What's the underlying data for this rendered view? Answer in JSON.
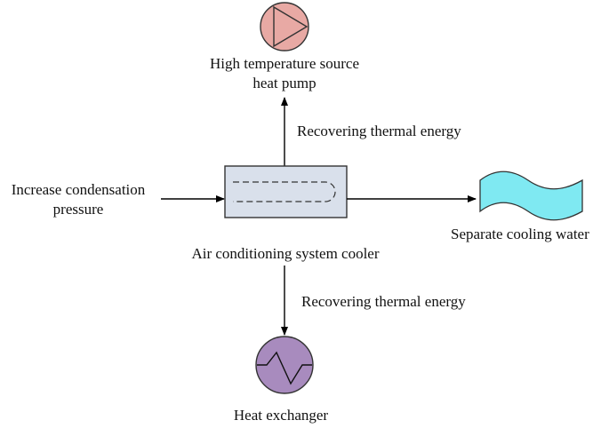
{
  "pump": {
    "label_line1": "High temperature source",
    "label_line2": "heat pump",
    "icon": "pump-icon",
    "fill": "#E8A9A4"
  },
  "cooler": {
    "label": "Air conditioning system cooler",
    "icon": "cooler-box",
    "fill": "#D9E0EB"
  },
  "input": {
    "label_line1": "Increase condensation",
    "label_line2": "pressure"
  },
  "cooling_water": {
    "label": "Separate cooling water",
    "icon": "water-wave-icon",
    "fill": "#7FE9F2"
  },
  "exchanger": {
    "label": "Heat exchanger",
    "icon": "heat-exchanger-icon",
    "fill": "#A88BBE"
  },
  "arrows": {
    "to_pump_label": "Recovering thermal energy",
    "to_exchanger_label": "Recovering thermal energy"
  }
}
